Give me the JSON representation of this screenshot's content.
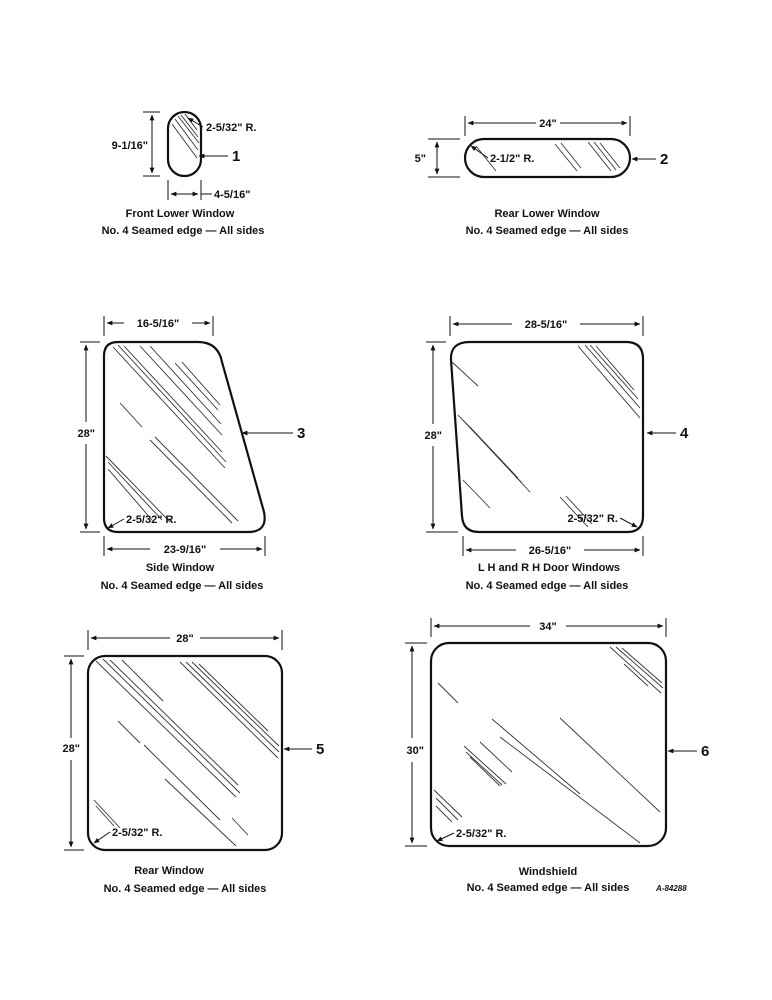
{
  "panels": [
    {
      "id": "front-lower",
      "number": "1",
      "title": "Front Lower Window",
      "edge_note": "No. 4 Seamed edge — All sides",
      "width": "4-5/16\"",
      "height": "9-1/16\"",
      "radius": "2-5/32\" R."
    },
    {
      "id": "rear-lower",
      "number": "2",
      "title": "Rear Lower Window",
      "edge_note": "No. 4 Seamed edge — All sides",
      "width": "24\"",
      "height": "5\"",
      "radius": "2-1/2\" R."
    },
    {
      "id": "side",
      "number": "3",
      "title": "Side Window",
      "edge_note": "No. 4 Seamed edge — All sides",
      "top_width": "16-5/16\"",
      "bottom_width": "23-9/16\"",
      "height": "28\"",
      "radius": "2-5/32\" R."
    },
    {
      "id": "door",
      "number": "4",
      "title": "L H and R H Door Windows",
      "edge_note": "No. 4 Seamed edge — All sides",
      "top_width": "28-5/16\"",
      "bottom_width": "26-5/16\"",
      "height": "28\"",
      "radius": "2-5/32\" R."
    },
    {
      "id": "rear",
      "number": "5",
      "title": "Rear Window",
      "edge_note": "No. 4 Seamed edge — All sides",
      "width": "28\"",
      "height": "28\"",
      "radius": "2-5/32\" R."
    },
    {
      "id": "windshield",
      "number": "6",
      "title": "Windshield",
      "edge_note": "No. 4 Seamed edge — All sides",
      "width": "34\"",
      "height": "30\"",
      "radius": "2-5/32\" R."
    }
  ],
  "drawing_code": "A-84288"
}
